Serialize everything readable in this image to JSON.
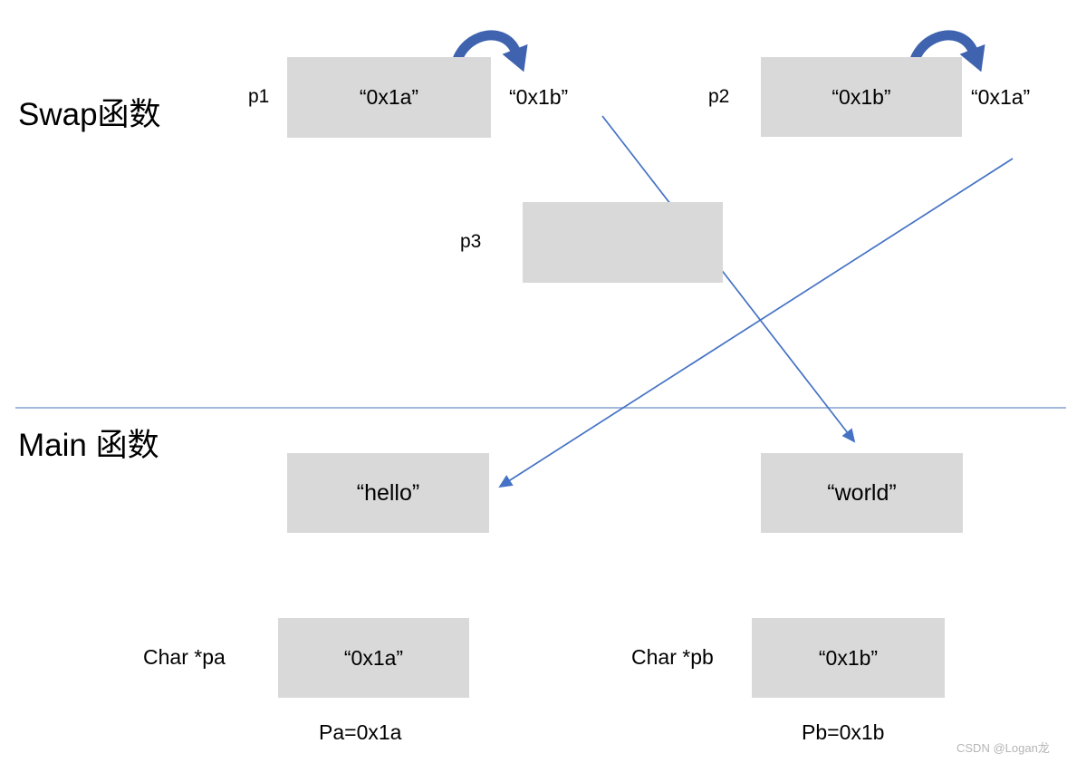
{
  "colors": {
    "page_bg": "#ffffff",
    "text": "#000000",
    "box_fill": "#d9d9d9",
    "arrow_thin": "#4472c4",
    "arrow_curved": "#3f63ae",
    "divider": "#a3b8da",
    "watermark": "#b5b5b5"
  },
  "swap_section": {
    "title": "Swap函数",
    "p1": {
      "label": "p1",
      "box_value": "“0x1a”",
      "new_value": "“0x1b”"
    },
    "p2": {
      "label": "p2",
      "box_value": "“0x1b”",
      "new_value": "“0x1a”"
    },
    "p3": {
      "label": "p3",
      "box_value": ""
    }
  },
  "main_section": {
    "title": "Main 函数",
    "hello_box_value": "“hello”",
    "world_box_value": "“world”",
    "pa": {
      "label": "Char *pa",
      "box_value": "“0x1a”",
      "caption": "Pa=0x1a"
    },
    "pb": {
      "label": "Char *pb",
      "box_value": "“0x1b”",
      "caption": "Pb=0x1b"
    }
  },
  "watermark": "CSDN @Logan龙"
}
